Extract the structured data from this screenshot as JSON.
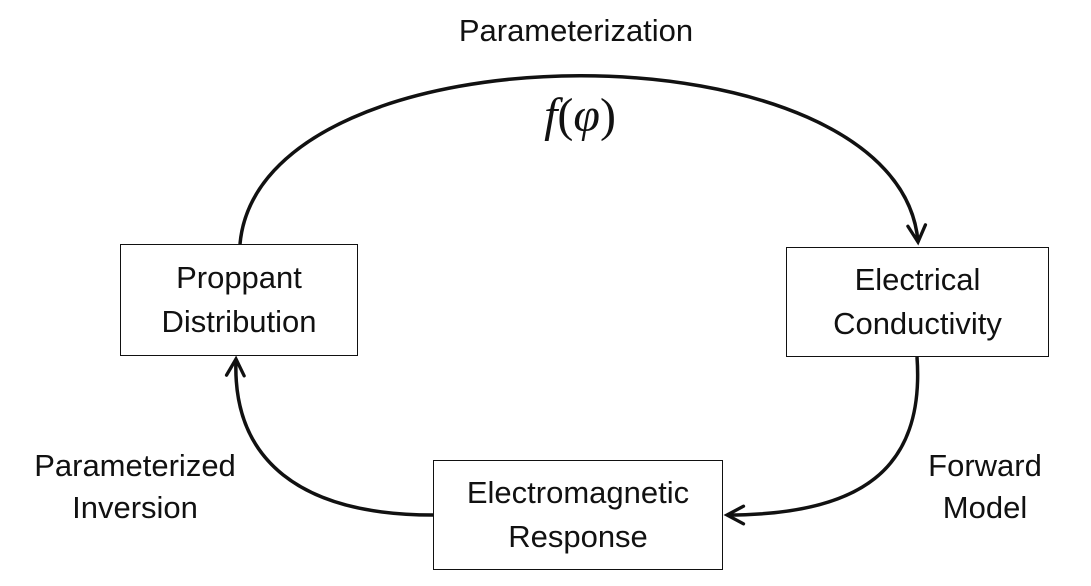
{
  "nodes": {
    "proppant": {
      "lines": [
        "Proppant",
        "Distribution"
      ]
    },
    "conductivity": {
      "lines": [
        "Electrical",
        "Conductivity"
      ]
    },
    "em_response": {
      "lines": [
        "Electromagnetic",
        "Response"
      ]
    }
  },
  "edges": {
    "parameterization": {
      "label": "Parameterization"
    },
    "forward_model": {
      "lines": [
        "Forward",
        "Model"
      ]
    },
    "inversion": {
      "lines": [
        "Parameterized",
        "Inversion"
      ]
    }
  },
  "formula": {
    "function": "f",
    "open_paren": "(",
    "argument": "φ",
    "close_paren": ")"
  }
}
